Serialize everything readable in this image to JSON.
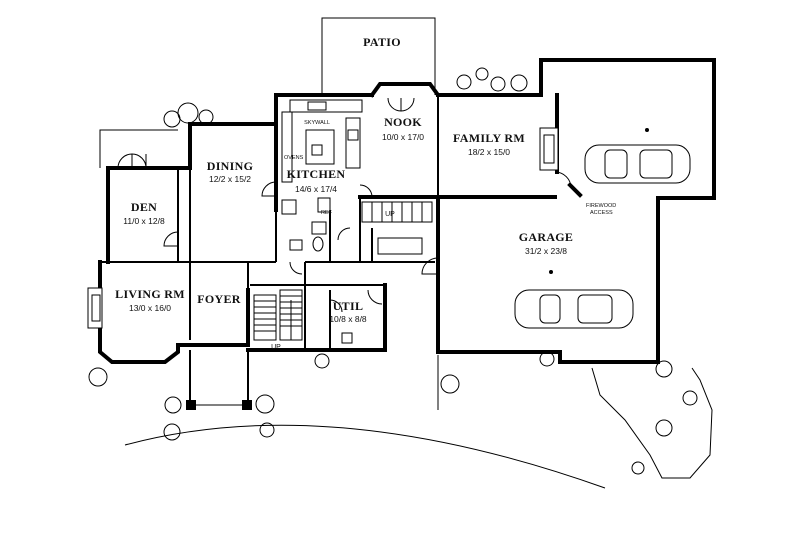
{
  "rooms": {
    "patio": {
      "name": "PATIO"
    },
    "nook": {
      "name": "NOOK",
      "size": "10/0 x 17/0"
    },
    "family": {
      "name": "FAMILY RM",
      "size": "18/2 x 15/0"
    },
    "kitchen": {
      "name": "KITCHEN",
      "size": "14/6 x 17/4"
    },
    "dining": {
      "name": "DINING",
      "size": "12/2 x 15/2"
    },
    "den": {
      "name": "DEN",
      "size": "11/0 x 12/8"
    },
    "living": {
      "name": "LIVING RM",
      "size": "13/0 x 16/0"
    },
    "foyer": {
      "name": "FOYER"
    },
    "util": {
      "name": "UTIL",
      "size": "10/8 x 8/8"
    },
    "garage": {
      "name": "GARAGE",
      "size": "31/2 x 23/8"
    }
  },
  "annotations": {
    "skywall": "SKYWALL",
    "ovens": "OVENS",
    "ref": "REF",
    "stair_up_upper": "UP",
    "stair_up_lower": "UP",
    "firewood_line1": "FIREWOOD",
    "firewood_line2": "ACCESS"
  },
  "colors": {
    "line": "#000000",
    "background": "#ffffff"
  }
}
